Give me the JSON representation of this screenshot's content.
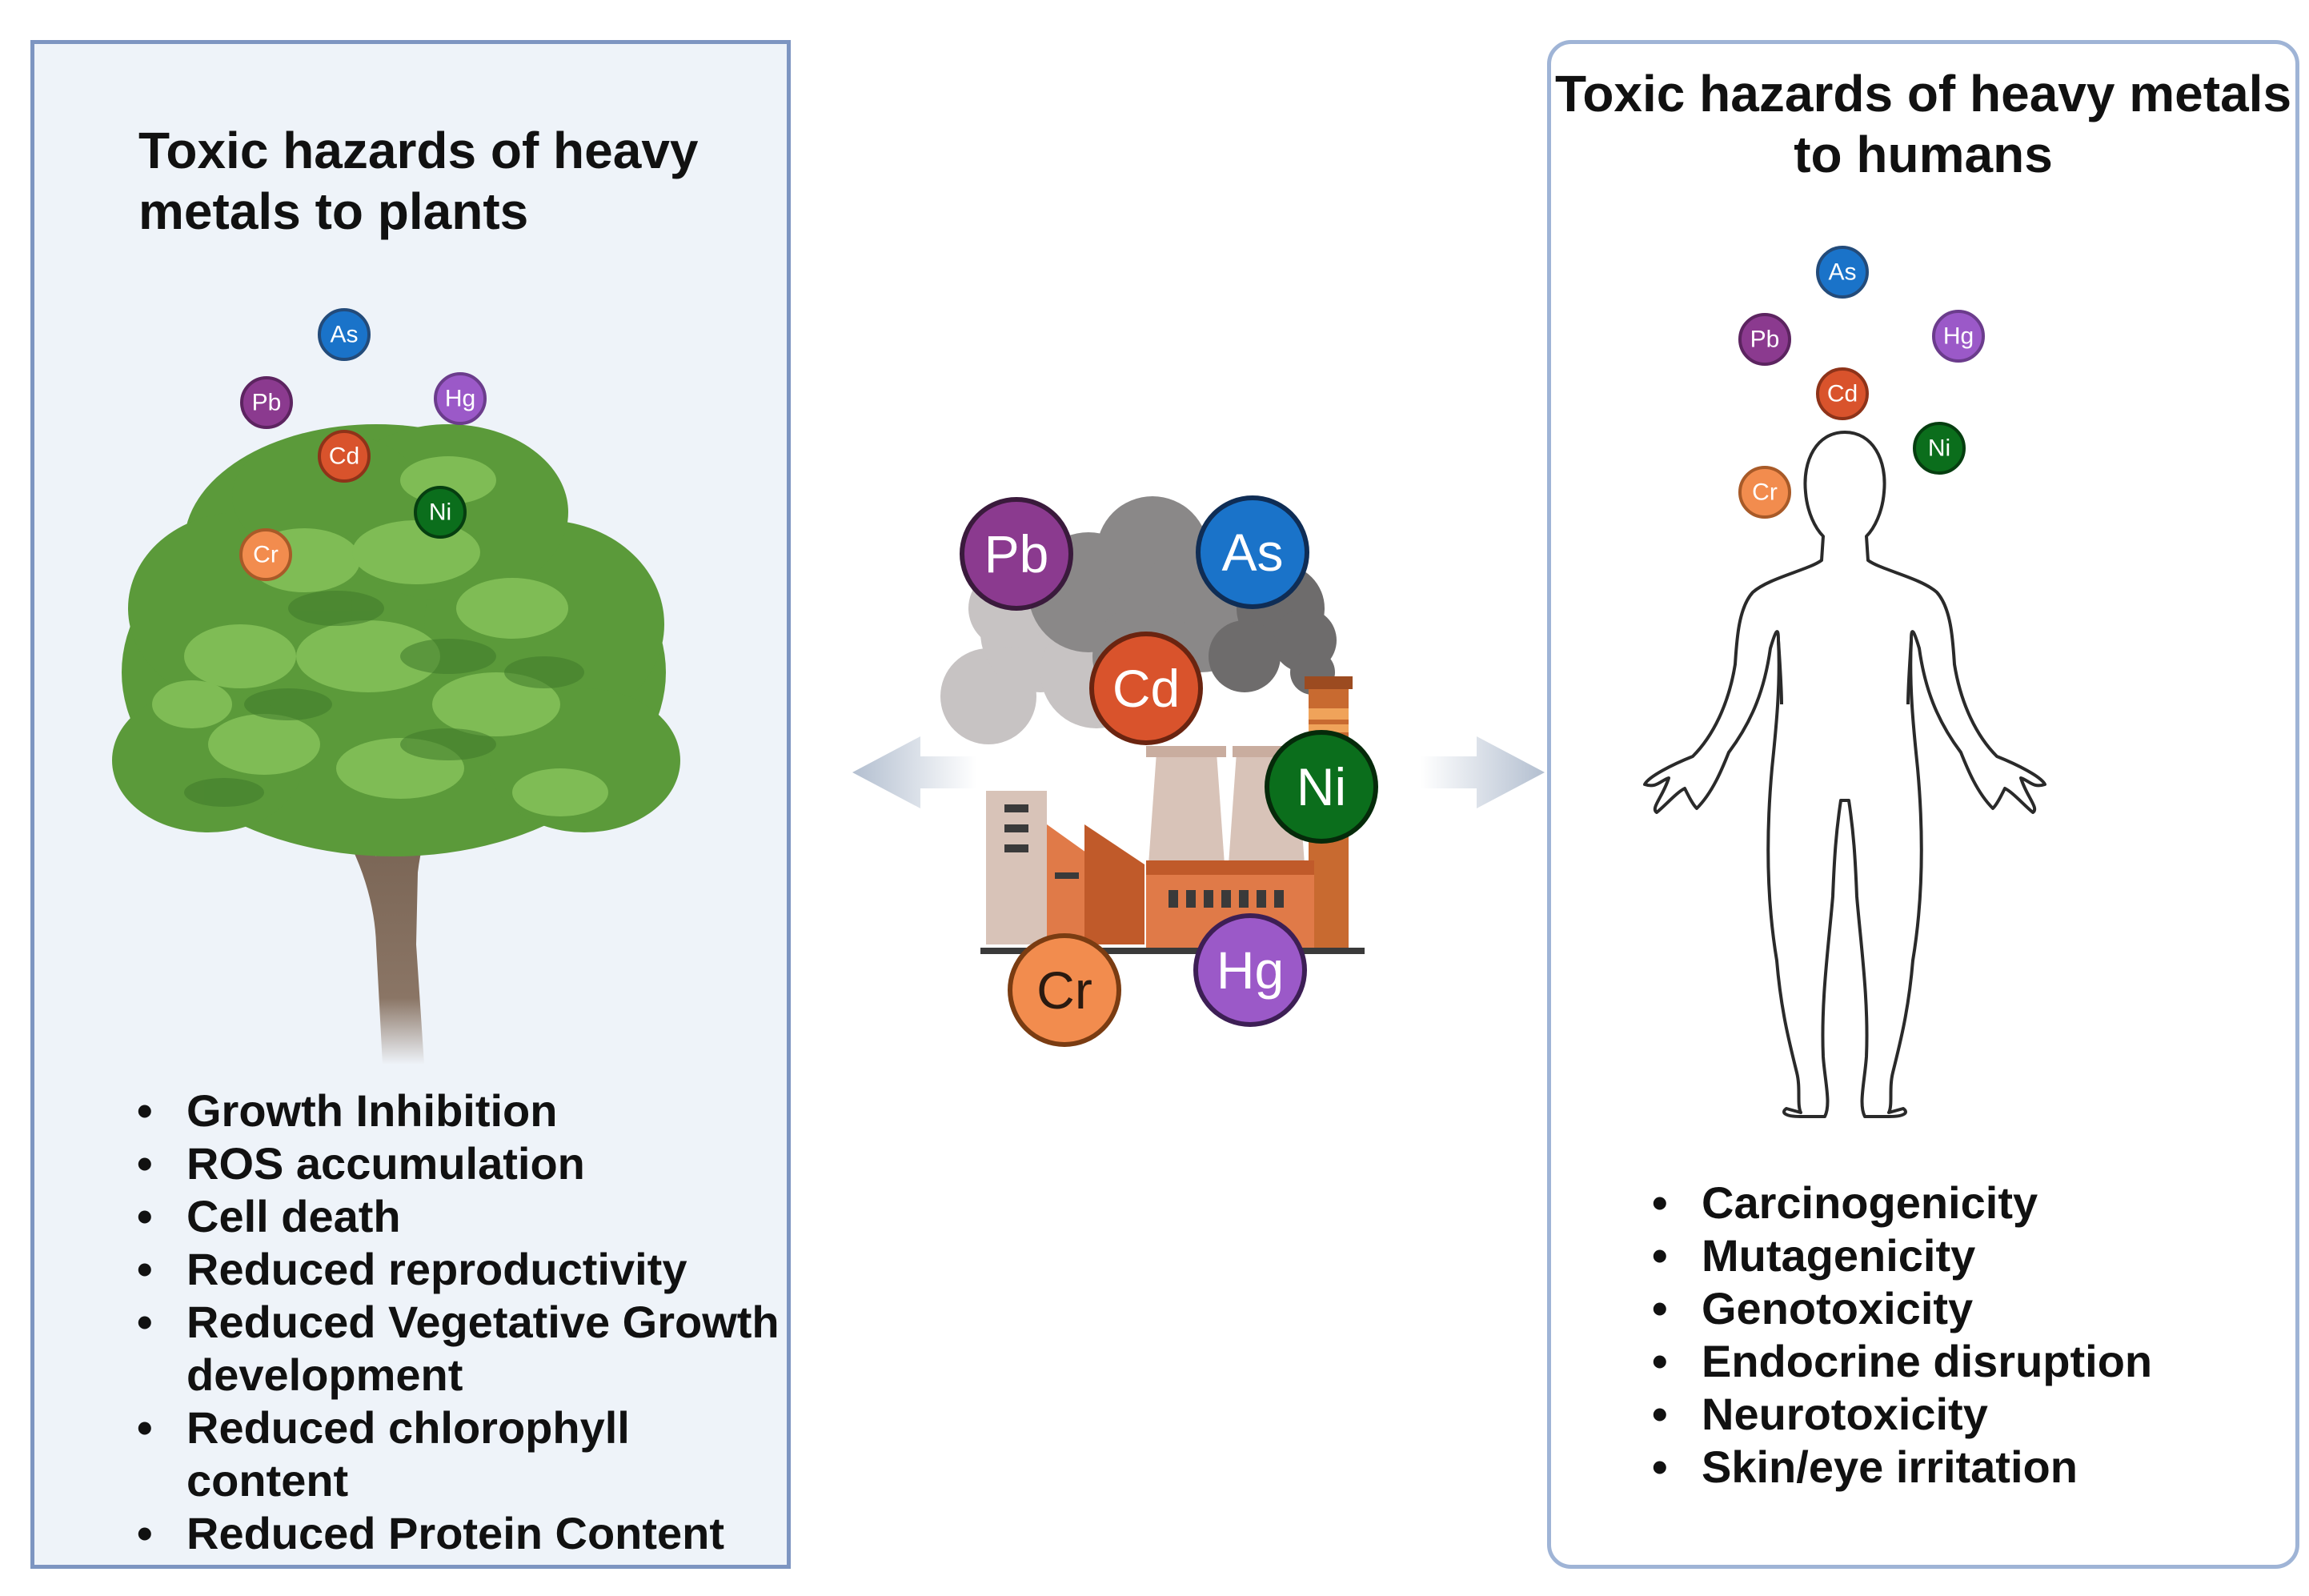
{
  "plants": {
    "title": "Toxic hazards of heavy metals to plants",
    "effects": [
      "Growth Inhibition",
      "ROS accumulation",
      "Cell death",
      "Reduced reproductivity",
      "Reduced Vegetative Growth development",
      "Reduced chlorophyll content",
      "Reduced Protein Content"
    ]
  },
  "humans": {
    "title": "Toxic hazards of heavy metals to humans",
    "effects": [
      "Carcinogenicity",
      "Mutagenicity",
      "Genotoxicity",
      "Endocrine disruption",
      "Neurotoxicity",
      "Skin/eye irritation"
    ]
  },
  "metals": {
    "pb": "Pb",
    "as": "As",
    "cd": "Cd",
    "ni": "Ni",
    "hg": "Hg",
    "cr": "Cr"
  },
  "colors": {
    "pb": "#8b3a8f",
    "as": "#1a73c9",
    "cd": "#d9532c",
    "ni": "#0b6e1c",
    "hg": "#9b59c8",
    "cr": "#f28c4e",
    "arrow": "#b9c4d4"
  },
  "icons": {
    "tree": "tree-icon",
    "factory": "factory-icon",
    "human": "human-silhouette-icon",
    "arrow_left": "arrow-left-icon",
    "arrow_right": "arrow-right-icon"
  }
}
